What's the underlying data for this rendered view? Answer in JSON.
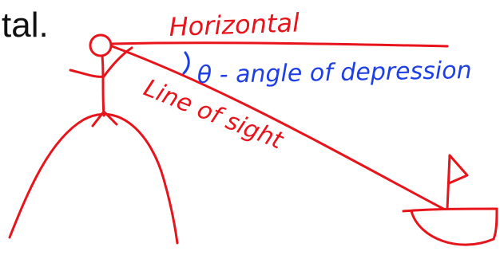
{
  "diagram": {
    "fragment_text": "tal.",
    "labels": {
      "horizontal": "Horizontal",
      "angle": "θ - angle of depression",
      "line_of_sight": "Line of sight"
    },
    "colors": {
      "red": "#e8141b",
      "blue": "#1f3fe6",
      "black": "#111111",
      "background": "#ffffff"
    },
    "icons": {
      "observer": "stick-figure-icon",
      "hill": "hill-icon",
      "boat": "sailboat-icon"
    }
  }
}
